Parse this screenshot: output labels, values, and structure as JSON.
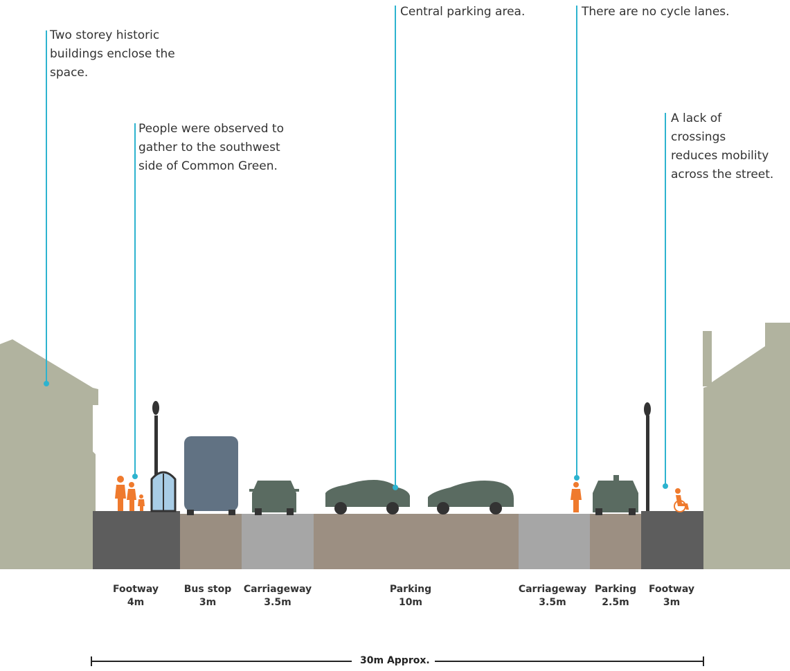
{
  "colors": {
    "building": "#b1b39f",
    "footway": "#5d5d5d",
    "bus_stop": "#9a8e81",
    "carriageway": "#a6a6a6",
    "parking": "#9c8f82",
    "ground": "#c5c5c5",
    "vehicle": "#5a6b61",
    "bus": "#617283",
    "lamp": "#333333",
    "pedestrian": "#ef7a2d",
    "callout_line": "#2db3cf",
    "shelter": "#a8cde6"
  },
  "icons": [
    "pedestrian-icon",
    "wheelchair-user-icon",
    "street-lamp-icon",
    "bus-shelter-icon",
    "bus-icon",
    "car-icon"
  ],
  "callouts": [
    {
      "id": "historic-buildings",
      "text": "Two storey historic\nbuildings enclose the\nspace."
    },
    {
      "id": "people-gather",
      "text": "People were observed to\ngather to the southwest\nside of Common Green."
    },
    {
      "id": "central-parking",
      "text": "Central parking area."
    },
    {
      "id": "no-cycle-lanes",
      "text": "There are no cycle lanes."
    },
    {
      "id": "lack-crossings",
      "text": "A lack of\ncrossings\nreduces mobility\nacross the street."
    }
  ],
  "segments": [
    {
      "name": "Footway",
      "width_m": 4,
      "label": "Footway\n4m"
    },
    {
      "name": "Bus stop",
      "width_m": 3,
      "label": "Bus stop\n3m"
    },
    {
      "name": "Carriageway",
      "width_m": 3.5,
      "label": "Carriageway\n3.5m"
    },
    {
      "name": "Parking",
      "width_m": 10,
      "label": "Parking\n10m"
    },
    {
      "name": "Carriageway",
      "width_m": 3.5,
      "label": "Carriageway\n3.5m"
    },
    {
      "name": "Parking",
      "width_m": 2.5,
      "label": "Parking\n2.5m"
    },
    {
      "name": "Footway",
      "width_m": 3,
      "label": "Footway\n3m"
    }
  ],
  "scale": {
    "label": "30m Approx."
  }
}
